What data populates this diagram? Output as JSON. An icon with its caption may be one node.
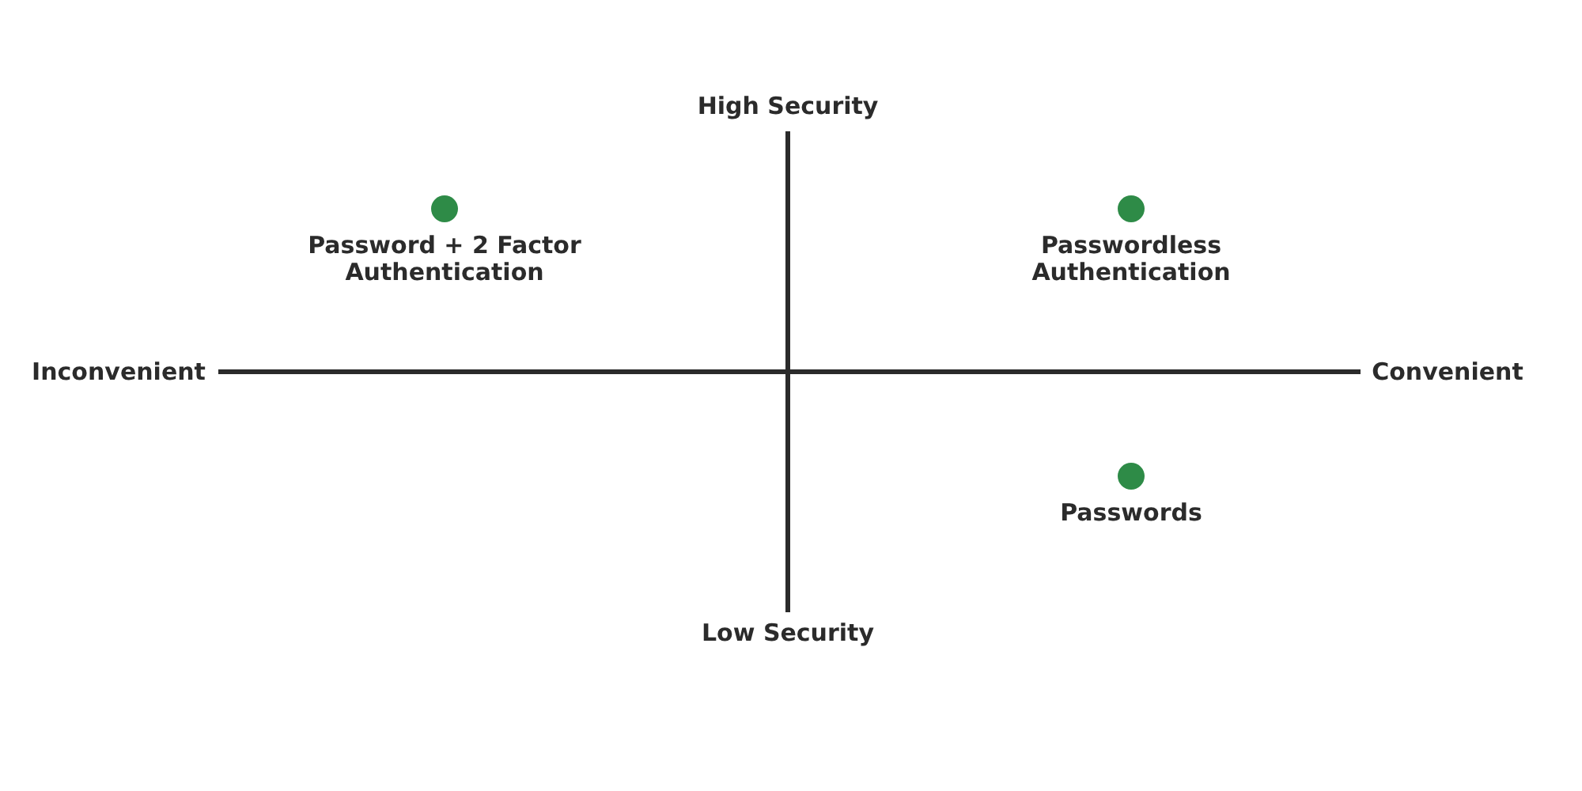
{
  "diagram": {
    "labels": [
      "High Security",
      "Password + 2 Factor Authentication",
      "Passwordless Authentication",
      "Inconvenient",
      "Convenient",
      "Passwords",
      "Low Security"
    ]
  }
}
